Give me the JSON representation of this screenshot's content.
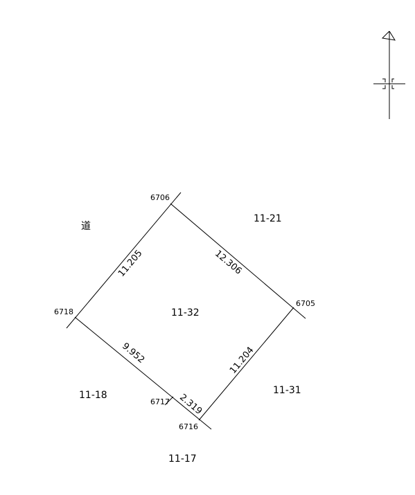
{
  "parcels": {
    "main": "11-32",
    "north_east": "11-21",
    "east": "11-31",
    "west": "11-18",
    "south": "11-17",
    "road": "道"
  },
  "points": {
    "p6706": "6706",
    "p6705": "6705",
    "p6718": "6718",
    "p6717": "6717",
    "p6716": "6716"
  },
  "dimensions": {
    "d_6718_6706": "11.205",
    "d_6706_6705": "12.306",
    "d_6718_6717": "9.952",
    "d_6717_6716": "2.319",
    "d_6716_6705": "11.204"
  },
  "symbols": {
    "north_arrow": "north-arrow-icon",
    "benchmark": "benchmark-cross-icon"
  }
}
